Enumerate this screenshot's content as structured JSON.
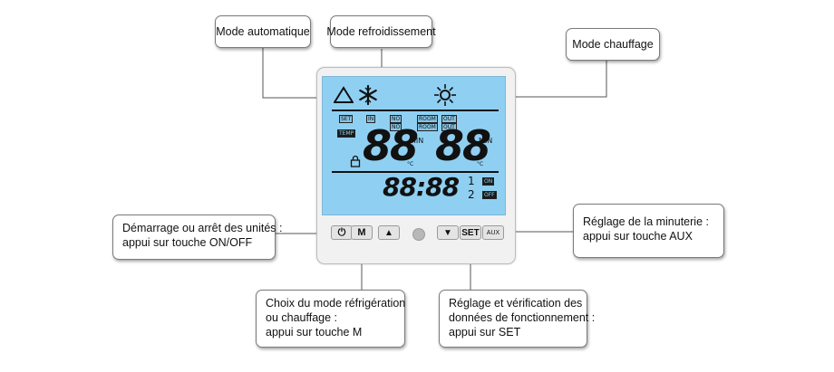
{
  "callouts": {
    "mode_auto": "Mode automatique",
    "mode_cooling": "Mode refroidissement",
    "mode_heating": "Mode chauffage",
    "start_stop": [
      "Démarrage ou arrêt des unités :",
      "appui sur touche ON/OFF"
    ],
    "timer": [
      "Réglage de la minuterie :",
      "appui sur touche AUX"
    ],
    "mode_choice": [
      "Choix du mode réfrigération",
      "ou chauffage :",
      "appui sur touche M"
    ],
    "settings_check": [
      "Réglage et vérification des",
      "données de fonctionnement :",
      "appui sur SET"
    ]
  },
  "lcd": {
    "tags_row1": [
      "SET",
      "IN",
      "NO",
      "ROOM",
      "OUT"
    ],
    "tags_row2": [
      "",
      "",
      "NO",
      "ROOM",
      "OUT"
    ],
    "temp_tag": "TEMP",
    "digits_left": "88",
    "digits_right": "88",
    "unit_min": "MIN",
    "unit_c": "°C",
    "clock": "88:88",
    "timer_1": "1",
    "timer_2": "2",
    "on_tag": "ON",
    "off_tag": "OFF"
  },
  "buttons": {
    "power_glyph": "⏻",
    "mode": "M",
    "up_glyph": "▲",
    "down_glyph": "▼",
    "set": "SET",
    "aux": "AUX"
  },
  "icons": [
    "triangle-auto-icon",
    "snowflake-icon",
    "sun-icon",
    "lock-icon"
  ],
  "colors": {
    "lcd": "#8fd0f2",
    "panel": "#f1f1f1",
    "leader": "#555555"
  }
}
